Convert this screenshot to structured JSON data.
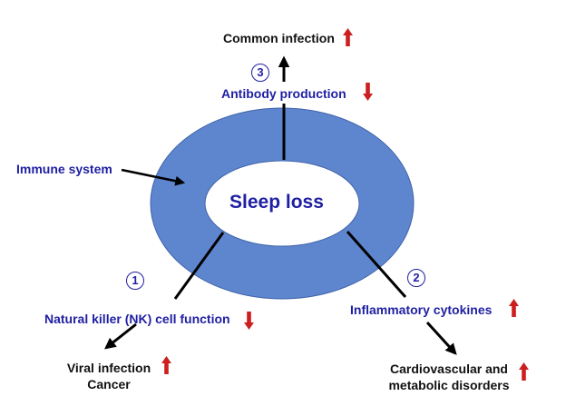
{
  "center": {
    "label": "Sleep loss"
  },
  "immune": {
    "label": "Immune system"
  },
  "branches": [
    {
      "number": "3",
      "mediator": "Antibody production",
      "mediator_trend": "down",
      "outcome_lines": [
        "Common infection"
      ],
      "outcome_trend": "up"
    },
    {
      "number": "1",
      "mediator": "Natural killer (NK) cell function",
      "mediator_trend": "down",
      "outcome_lines": [
        "Viral infection",
        "Cancer"
      ],
      "outcome_trend": "up"
    },
    {
      "number": "2",
      "mediator": "Inflammatory cytokines",
      "mediator_trend": "up",
      "outcome_lines": [
        "Cardiovascular and",
        "metabolic disorders"
      ],
      "outcome_trend": "up"
    }
  ],
  "colors": {
    "ring": "#5e86cf",
    "ring_stroke": "#3f63a8",
    "mediator_text": "#1f1fa3",
    "trend_arrow": "#cc1f1f",
    "line": "#000000"
  },
  "icons": {
    "up": "red-up-arrow-icon",
    "down": "red-down-arrow-icon"
  }
}
